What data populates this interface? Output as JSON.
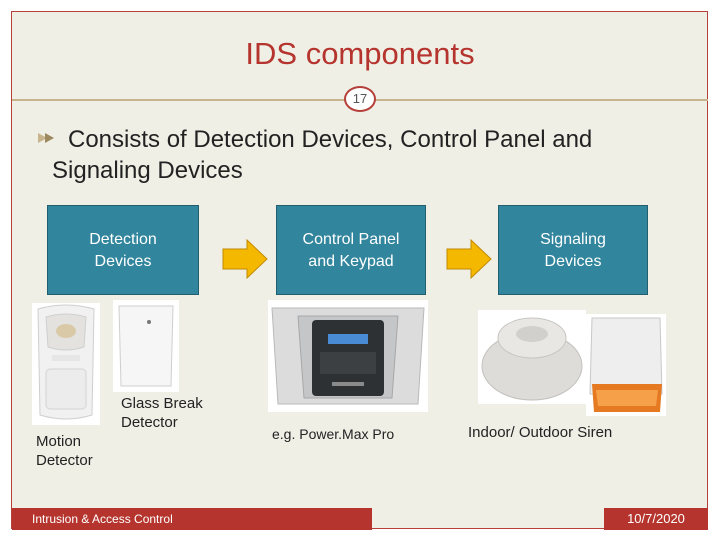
{
  "title": "IDS components",
  "slide_number": "17",
  "bullet": "Consists of Detection Devices, Control Panel and Signaling Devices",
  "boxes": [
    {
      "label": "Detection Devices"
    },
    {
      "label": "Control Panel and Keypad"
    },
    {
      "label": "Signaling Devices"
    }
  ],
  "captions": {
    "motion": "Motion Detector",
    "glass": "Glass Break Detector",
    "panel": "e.g. Power.Max Pro",
    "siren": "Indoor/ Outdoor Siren"
  },
  "footer": {
    "left": "Intrusion & Access Control",
    "right": "10/7/2020"
  },
  "colors": {
    "accent": "#b5352e",
    "box": "#31859c",
    "arrow": "#f5b800",
    "background": "#efefe6"
  }
}
